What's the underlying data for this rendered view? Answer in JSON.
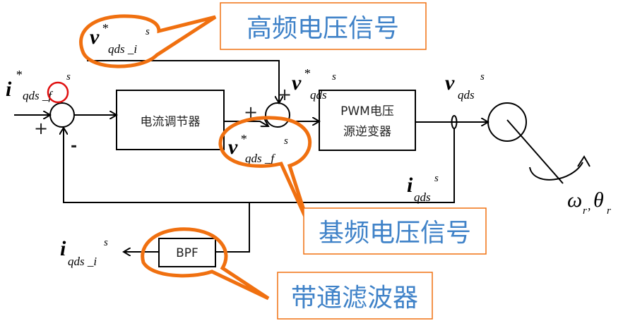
{
  "callouts": {
    "high_freq": "高频电压信号",
    "fund_freq": "基频电压信号",
    "bandpass": "带通滤波器"
  },
  "blocks": {
    "current_regulator": "电流调节器",
    "inverter_line1": "PWM电压",
    "inverter_line2": "源逆变器",
    "bpf": "BPF"
  },
  "signs": {
    "plus": "+",
    "minus": "-"
  },
  "labels": {
    "i_ref_f": {
      "main": "i",
      "star": "*",
      "sub": "qds _f",
      "sup": "s"
    },
    "v_ref_i": {
      "main": "v",
      "star": "*",
      "sub": "qds _i",
      "sup": "s"
    },
    "v_ref": {
      "main": "v",
      "star": "*",
      "sub": "qds",
      "sup": "s"
    },
    "v_ref_f": {
      "main": "v",
      "star": "*",
      "sub": "qds _f",
      "sup": "s"
    },
    "v_out": {
      "main": "v",
      "sub": "qds",
      "sup": "s"
    },
    "i_fb": {
      "main": "i",
      "sub": "qds",
      "sup": "s"
    },
    "i_out_i": {
      "main": "i",
      "sub": "qds _i",
      "sup": "s"
    },
    "motor": {
      "omega": "ω",
      "theta": "θ",
      "sub": "r",
      "sep": ","
    }
  },
  "colors": {
    "callout_text": "#3f82c8",
    "callout_border": "#f07010",
    "highlight": "#e01010"
  }
}
